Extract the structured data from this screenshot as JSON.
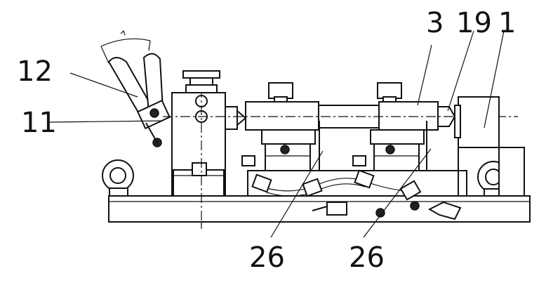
{
  "callouts": [
    {
      "id": "c12",
      "text": "12"
    },
    {
      "id": "c11",
      "text": "11"
    },
    {
      "id": "c3",
      "text": "3"
    },
    {
      "id": "c19",
      "text": "19"
    },
    {
      "id": "c1",
      "text": "1"
    },
    {
      "id": "c26a",
      "text": "26"
    },
    {
      "id": "c26b",
      "text": "26"
    }
  ]
}
